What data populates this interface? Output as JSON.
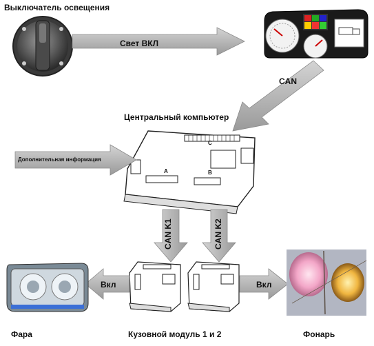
{
  "labels": {
    "switch_title": "Выключатель освещения",
    "light_on": "Свет ВКЛ",
    "can": "CAN",
    "central_computer": "Центральный компьютер",
    "additional_info": "Дополнительная информация",
    "port_a": "A",
    "port_b": "B",
    "port_c": "C",
    "can_k1": "CAN K1",
    "can_k2": "CAN K2",
    "on_left": "Вкл",
    "on_right": "Вкл",
    "headlight": "Фара",
    "body_module": "Кузовной модуль 1 и 2",
    "lamp": "Фонарь"
  }
}
